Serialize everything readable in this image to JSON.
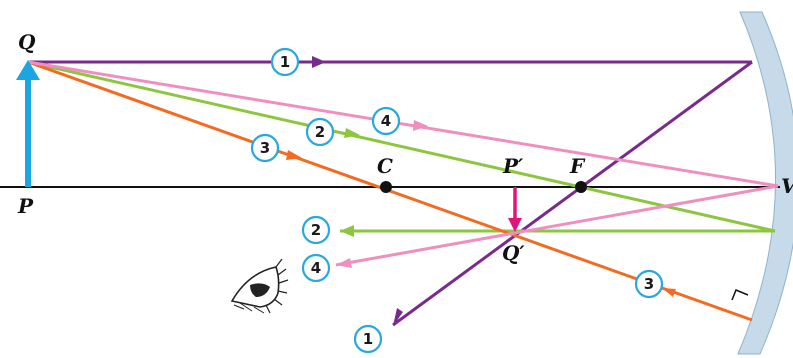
{
  "labels": {
    "Q": "Q",
    "P": "P",
    "C": "C",
    "F": "F",
    "V": "V",
    "P_image": "P′",
    "Q_image": "Q′"
  },
  "ray_numbers": {
    "r1_in": "1",
    "r1_out": "1",
    "r2_in": "2",
    "r2_out": "2",
    "r3_in": "3",
    "r3_out": "3",
    "r4_in": "4",
    "r4_out": "4"
  },
  "colors": {
    "ray1": "#7a2a8c",
    "ray2": "#8cc63f",
    "ray3": "#f26b21",
    "ray4": "#ef8fbf",
    "object": "#1ba6e3",
    "image": "#e0147a",
    "mirror": "#c7daea",
    "badge": "#29a8e0",
    "axis": "#111111"
  },
  "icons": {
    "eye": "eye-icon",
    "right_angle": "right-angle-marker"
  }
}
